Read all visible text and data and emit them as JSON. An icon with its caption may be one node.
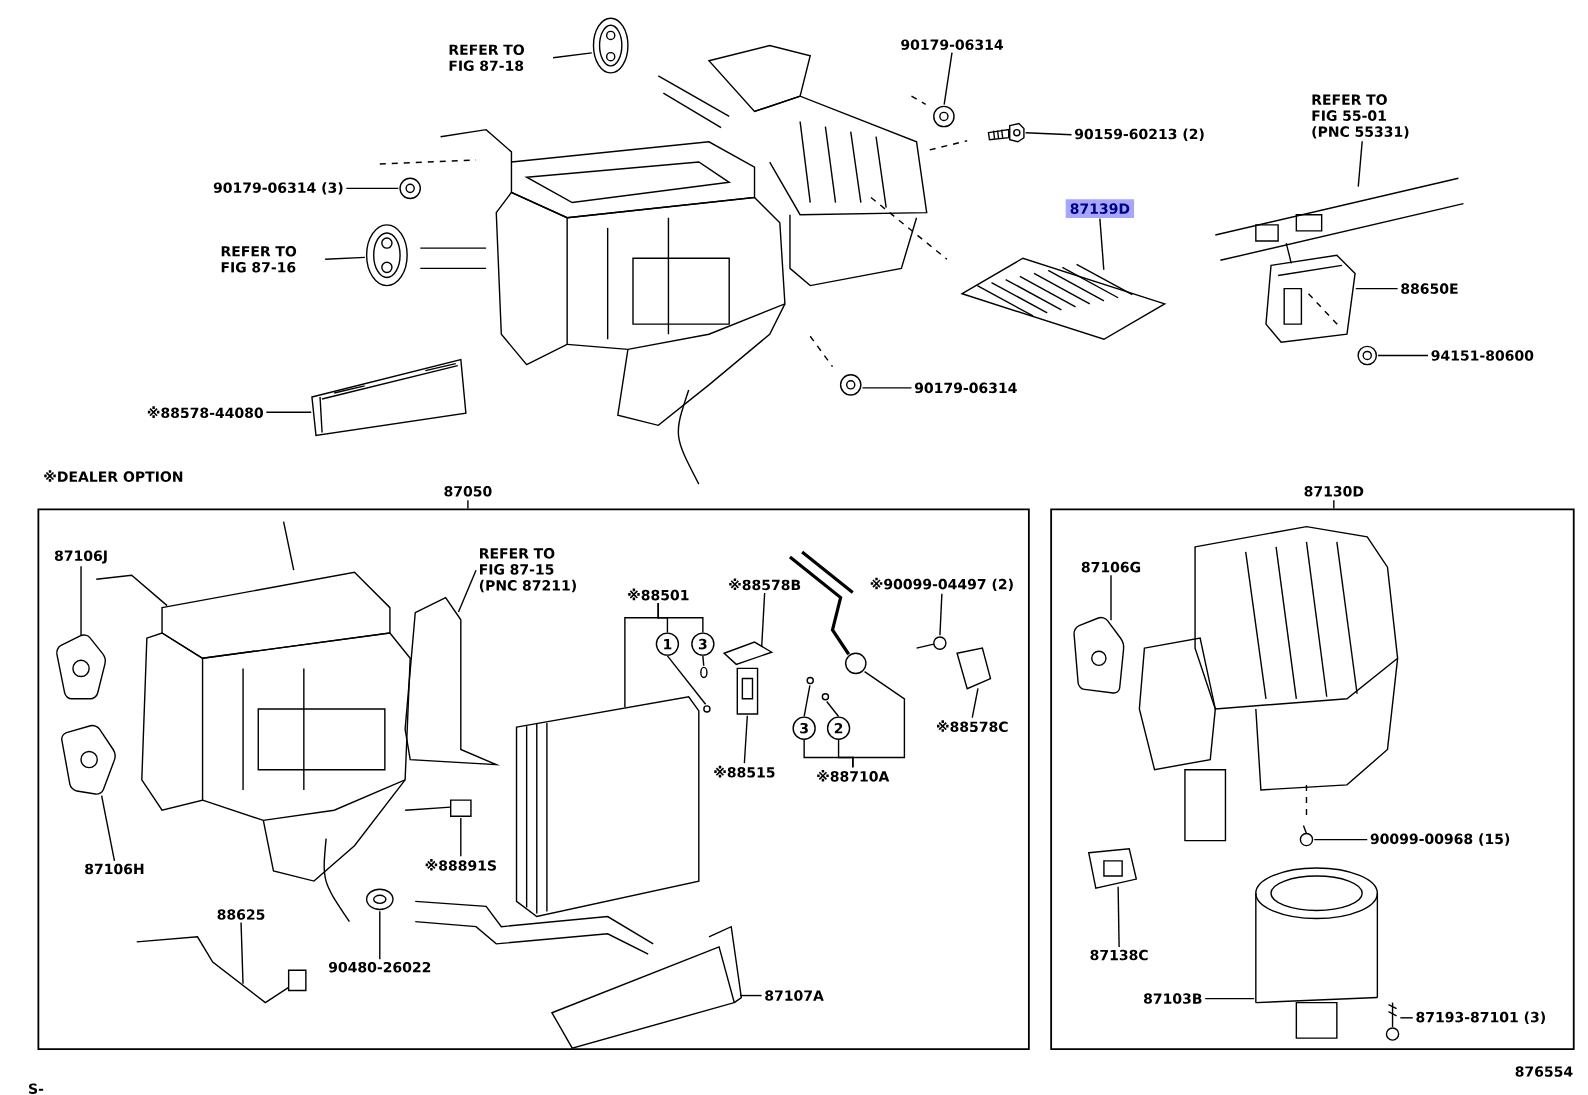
{
  "diagram": {
    "nodes": [
      {
        "text": [
          "REFER TO FIG 87-18"
        ]
      },
      {
        "text": [
          "90179-06314"
        ]
      },
      {
        "text": [
          "90179-06314 (3)"
        ]
      },
      {
        "text": [
          "90159-60213 (2)"
        ]
      },
      {
        "text": [
          "REFER TO FIG 55-01 (PNC 55331)"
        ]
      },
      {
        "text": [
          "87139D"
        ]
      },
      {
        "text": [
          "REFER TO FIG 87-16"
        ]
      },
      {
        "text": [
          "88650E"
        ]
      },
      {
        "text": [
          "94151-80600"
        ]
      },
      {
        "text": [
          "90179-06314"
        ]
      },
      {
        "text": [
          "※88578-44080"
        ]
      },
      {
        "text": [
          "87050"
        ]
      },
      {
        "text": [
          "87130D"
        ]
      },
      {
        "text": [
          "87106J"
        ],
        "in": 11
      },
      {
        "text": [
          "87106H"
        ],
        "in": 11
      },
      {
        "text": [
          "REFER TO FIG 87-15 (PNC 87211)"
        ],
        "in": 11
      },
      {
        "text": [
          "※88501"
        ],
        "in": 11
      },
      {
        "text": [
          "1"
        ],
        "in": 11
      },
      {
        "text": [
          "3"
        ],
        "in": 11
      },
      {
        "text": [
          "※88578B"
        ],
        "in": 11
      },
      {
        "text": [
          "※90099-04497 (2)"
        ],
        "in": 11
      },
      {
        "text": [
          "※88515"
        ],
        "in": 11
      },
      {
        "text": [
          "3"
        ],
        "in": 11
      },
      {
        "text": [
          "2"
        ],
        "in": 11
      },
      {
        "text": [
          "※88710A"
        ],
        "in": 11
      },
      {
        "text": [
          "※88578C"
        ],
        "in": 11
      },
      {
        "text": [
          "※88891S"
        ],
        "in": 11
      },
      {
        "text": [
          "88625"
        ],
        "in": 11
      },
      {
        "text": [
          "90480-26022"
        ],
        "in": 11
      },
      {
        "text": [
          "87107A"
        ],
        "in": 11
      },
      {
        "text": [
          "87106G"
        ],
        "in": 12
      },
      {
        "text": [
          "90099-00968 (15)"
        ],
        "in": 12
      },
      {
        "text": [
          "87138C"
        ],
        "in": 12
      },
      {
        "text": [
          "87103B"
        ],
        "in": 12
      },
      {
        "text": [
          "87193-87101 (3)"
        ],
        "in": 12
      },
      {
        "text": [],
        "shape": "picture"
      },
      {
        "text": [],
        "shape": "picture"
      },
      {
        "text": [],
        "shape": "picture"
      },
      {
        "text": [],
        "shape": "picture"
      },
      {
        "text": [],
        "shape": "picture"
      },
      {
        "text": [],
        "shape": "picture"
      },
      {
        "text": [],
        "shape": "picture"
      },
      {
        "text": [],
        "shape": "picture"
      },
      {
        "text": [],
        "shape": "picture"
      },
      {
        "text": [],
        "shape": "picture"
      },
      {
        "text": [],
        "shape": "picture"
      },
      {
        "text": [],
        "shape": "picture",
        "in": 11
      },
      {
        "text": [],
        "shape": "picture",
        "in": 11
      },
      {
        "text": [],
        "shape": "picture",
        "in": 11
      },
      {
        "text": [],
        "shape": "picture",
        "in": 11
      },
      {
        "text": [],
        "shape": "picture",
        "in": 11
      },
      {
        "text": [],
        "shape": "picture",
        "in": 11
      },
      {
        "text": [],
        "shape": "picture",
        "in": 11
      },
      {
        "text": [],
        "shape": "picture",
        "in": 11
      },
      {
        "text": [],
        "shape": "picture",
        "in": 11
      },
      {
        "text": [],
        "shape": "picture",
        "in": 11
      },
      {
        "text": [],
        "shape": "picture",
        "in": 11
      },
      {
        "text": [],
        "shape": "picture",
        "in": 11
      },
      {
        "text": [],
        "shape": "picture",
        "in": 11
      },
      {
        "text": [],
        "shape": "picture",
        "in": 11
      },
      {
        "text": [],
        "shape": "picture",
        "in": 11
      },
      {
        "text": [],
        "shape": "picture",
        "in": 11
      },
      {
        "text": [],
        "shape": "picture",
        "in": 11
      },
      {
        "text": [],
        "shape": "picture",
        "in": 12
      },
      {
        "text": [],
        "shape": "picture",
        "in": 12
      },
      {
        "text": [],
        "shape": "picture",
        "in": 12
      },
      {
        "text": [],
        "shape": "picture",
        "in": 12
      },
      {
        "text": [],
        "shape": "picture",
        "in": 12
      }
    ],
    "edges": [
      {
        "from": 0,
        "to": 35,
        "arrow": "none"
      },
      {
        "from": 1,
        "to": 36,
        "arrow": "none"
      },
      {
        "from": 2,
        "to": 37,
        "arrow": "none"
      },
      {
        "from": 3,
        "to": 38,
        "arrow": "none"
      },
      {
        "from": 4,
        "to": 39,
        "arrow": "none"
      },
      {
        "from": 5,
        "to": 40,
        "arrow": "none"
      },
      {
        "from": 6,
        "to": 41,
        "arrow": "none"
      },
      {
        "from": 7,
        "to": 42,
        "arrow": "none"
      },
      {
        "from": 8,
        "to": 43,
        "arrow": "none"
      },
      {
        "from": 9,
        "to": 44,
        "arrow": "none"
      },
      {
        "from": 10,
        "to": 45,
        "arrow": "none"
      },
      {
        "from": 13,
        "to": 46,
        "arrow": "none"
      },
      {
        "from": 14,
        "to": 47,
        "arrow": "none"
      },
      {
        "from": 15,
        "to": 48,
        "arrow": "none"
      },
      {
        "from": 16,
        "to": 17,
        "arrow": "none"
      },
      {
        "from": 16,
        "to": 18,
        "arrow": "none"
      },
      {
        "from": 16,
        "to": 49,
        "arrow": "none"
      },
      {
        "from": 17,
        "to": 50,
        "arrow": "none"
      },
      {
        "from": 18,
        "to": 51,
        "arrow": "none"
      },
      {
        "from": 19,
        "to": 52,
        "arrow": "none"
      },
      {
        "from": 20,
        "to": 53,
        "arrow": "none"
      },
      {
        "from": 21,
        "to": 54,
        "arrow": "none"
      },
      {
        "from": 24,
        "to": 22,
        "arrow": "none"
      },
      {
        "from": 24,
        "to": 23,
        "arrow": "none"
      },
      {
        "from": 24,
        "to": 57,
        "arrow": "none"
      },
      {
        "from": 22,
        "to": 55,
        "arrow": "none"
      },
      {
        "from": 23,
        "to": 56,
        "arrow": "none"
      },
      {
        "from": 25,
        "to": 58,
        "arrow": "none"
      },
      {
        "from": 26,
        "to": 59,
        "arrow": "none"
      },
      {
        "from": 27,
        "to": 60,
        "arrow": "none"
      },
      {
        "from": 28,
        "to": 61,
        "arrow": "none"
      },
      {
        "from": 29,
        "to": 62,
        "arrow": "none"
      },
      {
        "from": 30,
        "to": 63,
        "arrow": "none"
      },
      {
        "from": 31,
        "to": 64,
        "arrow": "none"
      },
      {
        "from": 32,
        "to": 65,
        "arrow": "none"
      },
      {
        "from": 33,
        "to": 66,
        "arrow": "none"
      },
      {
        "from": 34,
        "to": 67,
        "arrow": "none"
      }
    ],
    "labels": [
      "※DEALER OPTION",
      "876554",
      "S-"
    ]
  }
}
